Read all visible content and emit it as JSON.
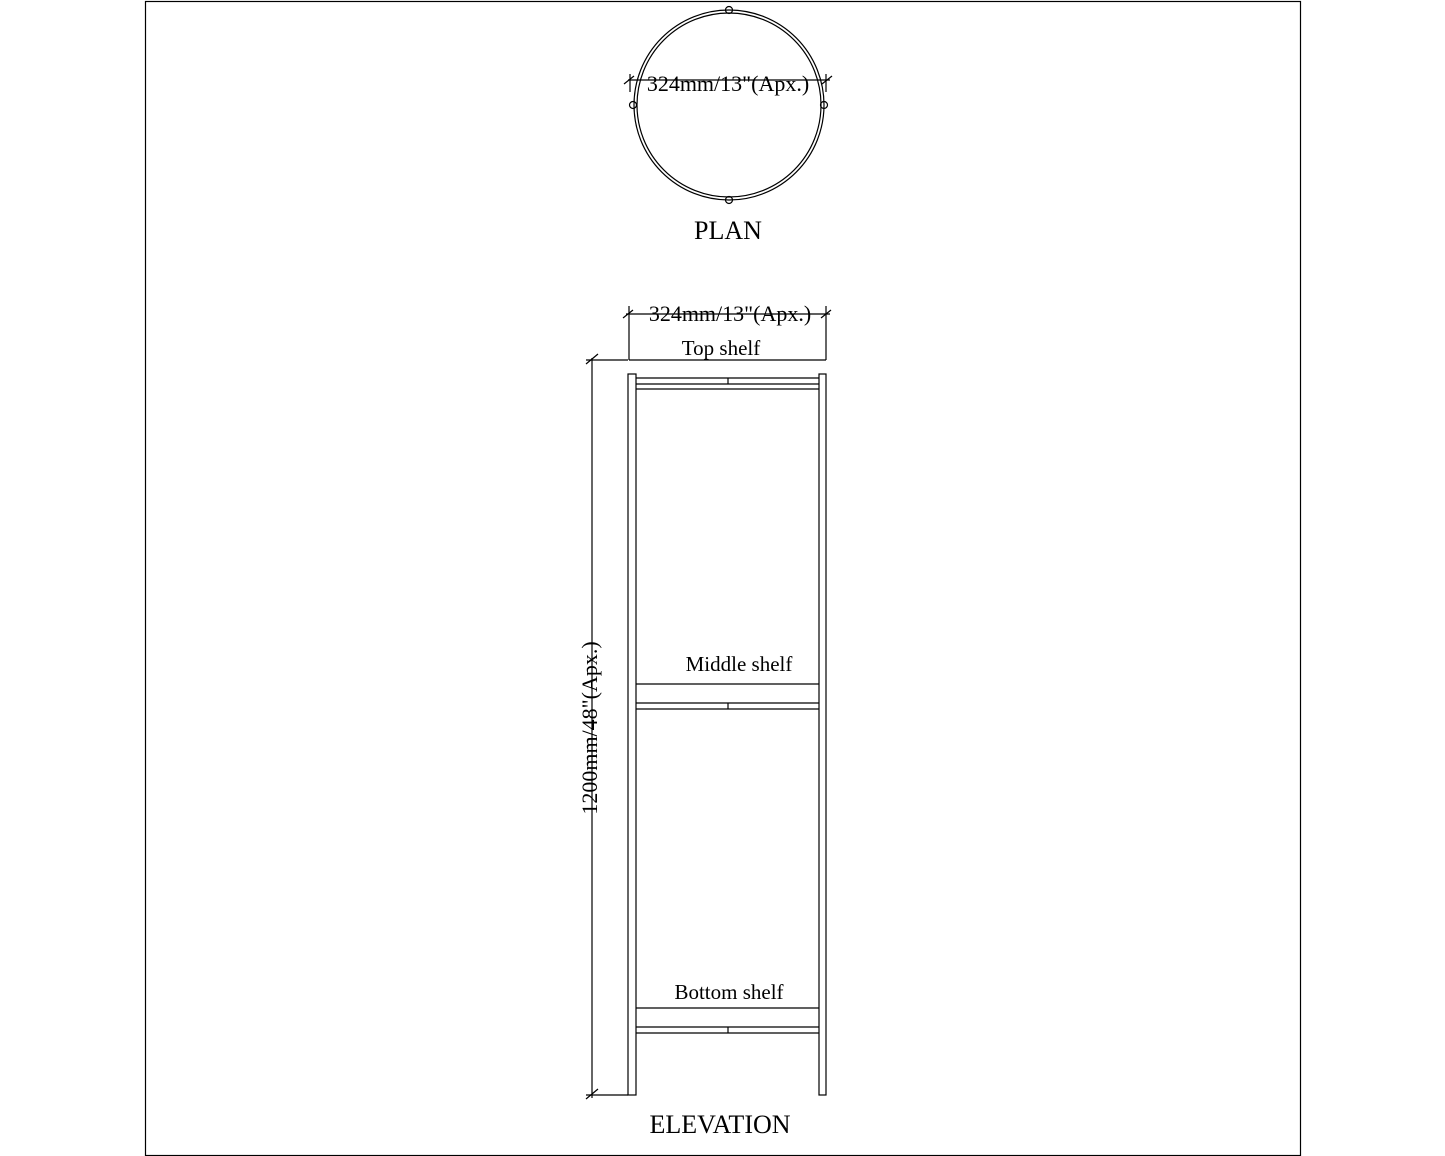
{
  "plan": {
    "width_dimension": "324mm/13\"(Apx.)",
    "title": "PLAN"
  },
  "elevation": {
    "width_dimension": "324mm/13\"(Apx.)",
    "height_dimension": "1200mm/48\"(Apx.)",
    "top_shelf_label": "Top shelf",
    "middle_shelf_label": "Middle shelf",
    "bottom_shelf_label": "Bottom shelf",
    "title": "ELEVATION"
  }
}
